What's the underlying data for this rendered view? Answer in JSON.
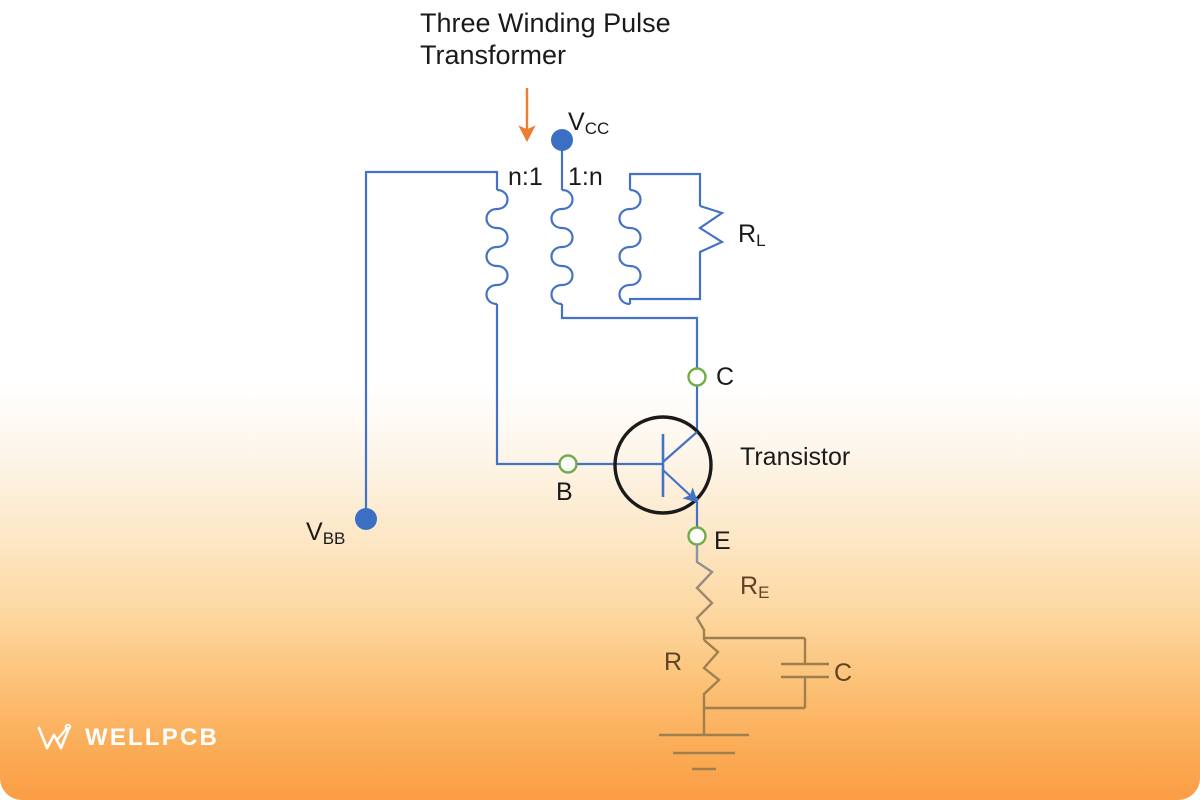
{
  "figure": {
    "title": "Three Winding Pulse Transformer",
    "kind": "circuit-schematic"
  },
  "labels": {
    "vcc": "V",
    "vcc_sub": "CC",
    "vbb": "V",
    "vbb_sub": "BB",
    "turns_left": "n:1",
    "turns_right": "1:n",
    "load_resistor": "R",
    "load_resistor_sub": "L",
    "transistor": "Transistor",
    "collector": "C",
    "base": "B",
    "emitter": "E",
    "emitter_resistor": "R",
    "emitter_resistor_sub": "E",
    "bias_resistor": "R",
    "bypass_capacitor": "C"
  },
  "branding": {
    "name": "WELLPCB",
    "mark": "w-logo-icon"
  },
  "colors": {
    "wire_blue": "#4472C4",
    "wire_brown": "#9c7b55",
    "terminal_green": "#70AD47",
    "terminal_blue": "#3B6FC4",
    "arrow_orange": "#ED7D31",
    "transistor_outline": "#1a1a1a",
    "background_bottom": "#fb9d45",
    "text": "#1a1a1a"
  },
  "icons": {
    "pointer_arrow": "down-arrow-icon",
    "ground": "ground-symbol-icon",
    "winding": "coil-winding-icon",
    "resistor": "resistor-zigzag-icon",
    "capacitor": "capacitor-plates-icon",
    "transistor_symbol": "npn-transistor-icon"
  }
}
